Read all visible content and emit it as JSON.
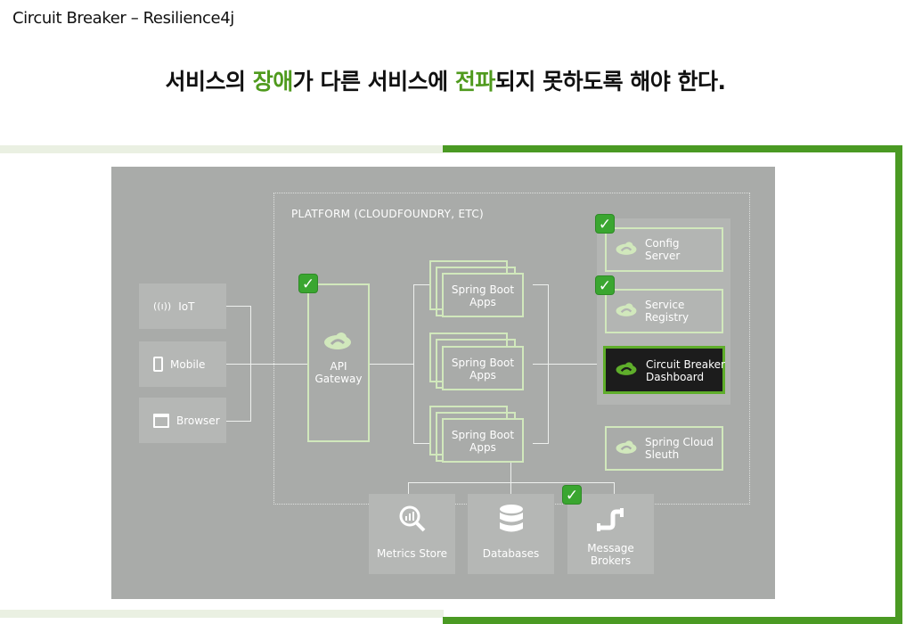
{
  "page_title": "Circuit Breaker – Resilience4j",
  "headline": {
    "part1": "서비스의 ",
    "highlight1": "장애",
    "part2": "가 다른 서비스에 ",
    "highlight2": "전파",
    "part3": "되지 못하도록 해야 한다."
  },
  "colors": {
    "accent_green": "#4a9a23",
    "highlight_text": "#4f9a1d",
    "diagram_bg": "#a9aba9",
    "dashboard_bg": "#1c1c1c"
  },
  "diagram": {
    "platform_label": "PLATFORM (CLOUDFOUNDRY, ETC)",
    "clients": [
      {
        "label": "IoT",
        "icon": "iot-icon"
      },
      {
        "label": "Mobile",
        "icon": "mobile-icon"
      },
      {
        "label": "Browser",
        "icon": "browser-icon"
      }
    ],
    "gateway": {
      "line1": "API",
      "line2": "Gateway",
      "icon": "cloud-icon"
    },
    "apps": [
      {
        "line1": "Spring Boot",
        "line2": "Apps"
      },
      {
        "line1": "Spring Boot",
        "line2": "Apps"
      },
      {
        "line1": "Spring Boot",
        "line2": "Apps"
      }
    ],
    "services": [
      {
        "line1": "Config",
        "line2": "Server"
      },
      {
        "line1": "Service",
        "line2": "Registry"
      },
      {
        "line1": "Circuit Breaker",
        "line2": "Dashboard"
      },
      {
        "line1": "Spring Cloud",
        "line2": "Sleuth"
      }
    ],
    "bottom": [
      {
        "line1": "Metrics Store",
        "icon": "metrics-search-icon"
      },
      {
        "line1": "Databases",
        "icon": "database-icon"
      },
      {
        "line1": "Message",
        "line2": "Brokers",
        "icon": "pipe-icon"
      }
    ],
    "check_mark": "✓"
  }
}
